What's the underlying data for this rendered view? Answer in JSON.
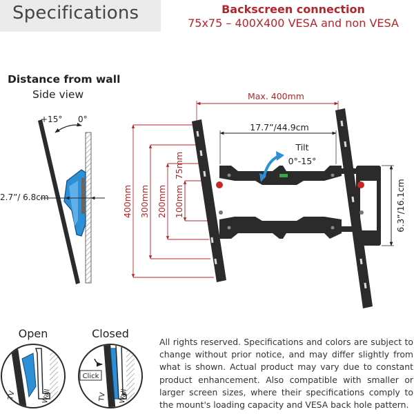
{
  "header": {
    "title": "Specifications",
    "backscreen_title": "Backscreen connection",
    "backscreen_sub": "75x75 – 400X400 VESA and non VESA"
  },
  "side": {
    "title": "Distance from wall",
    "subtitle": "Side view",
    "tilt_plus": "+15°",
    "tilt_zero": "0°",
    "distance": "2.7”/ 6.8cm"
  },
  "front": {
    "max_label": "Max. 400mm",
    "width_label": "17.7”/44.9cm",
    "tilt_label": "Tilt",
    "tilt_range": "0°-15°",
    "height_label": "6.3”/16.1cm",
    "vesa": [
      "400mm",
      "300mm",
      "200mm",
      "100mm",
      "75mm"
    ]
  },
  "lock": {
    "open": "Open",
    "closed": "Closed",
    "tv": "TV",
    "wall": "Wall",
    "click": "Click"
  },
  "footer": {
    "text": "All rights reserved. Specifications and colors are subject to change without prior notice, and may differ slightly from what is shown. Actual product may vary due to constant product enhancement. Also compatible with smaller or larger screen sizes, where their specifications comply to the mount's loading capacity and VESA back hole pattern."
  },
  "colors": {
    "accent_red": "#b3262b",
    "bracket_blue": "#2d8fd5",
    "metal_dark": "#2b2b2b"
  }
}
